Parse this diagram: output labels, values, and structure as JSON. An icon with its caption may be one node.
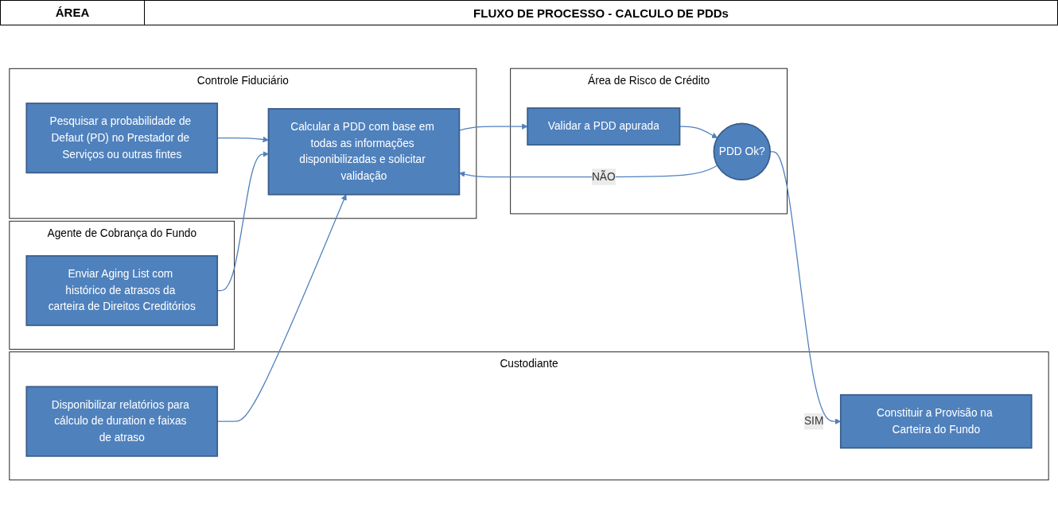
{
  "diagram": {
    "title": "FLUXO DE PROCESSO - CALCULO DE PDDs",
    "nodes": [
      {
        "text": [
          "Controle Fiduciário"
        ]
      },
      {
        "text": [
          "Pesquisar a probabilidade de Defaut (PD) no Prestador de Serviços ou outras fintes"
        ],
        "in": 0
      },
      {
        "text": [
          "Calcular a PDD com base em todas as informações disponibilizadas e solicitar validação"
        ],
        "in": 0
      },
      {
        "text": [
          "Agente de Cobrança do Fundo"
        ]
      },
      {
        "text": [
          "Enviar Aging List com histórico de atrasos da carteira de Direitos Creditórios"
        ],
        "in": 3
      },
      {
        "text": [
          "Custodiante"
        ]
      },
      {
        "text": [
          "Disponibilizar relatórios para cálculo de duration e faixas de atraso"
        ],
        "in": 5
      },
      {
        "text": [
          "Constituir a Provisão na Carteira do Fundo"
        ],
        "in": 5
      },
      {
        "text": [
          "Área de Risco de Crédito"
        ]
      },
      {
        "text": [
          "Validar a PDD apurada"
        ],
        "in": 8
      },
      {
        "text": [
          "PDD Ok?"
        ],
        "in": 8
      }
    ],
    "edges": [
      {
        "from": 1,
        "to": 2,
        "arrow": "to"
      },
      {
        "from": 4,
        "to": 2,
        "arrow": "to"
      },
      {
        "from": 6,
        "to": 2,
        "arrow": "to"
      },
      {
        "from": 2,
        "to": 9,
        "arrow": "to"
      },
      {
        "from": 9,
        "to": 10,
        "arrow": "to"
      },
      {
        "from": 10,
        "to": 2,
        "label": "NÃO",
        "arrow": "to"
      },
      {
        "from": 10,
        "to": 7,
        "label": "SIM",
        "arrow": "to"
      }
    ],
    "labels": [
      "ÁREA"
    ]
  }
}
